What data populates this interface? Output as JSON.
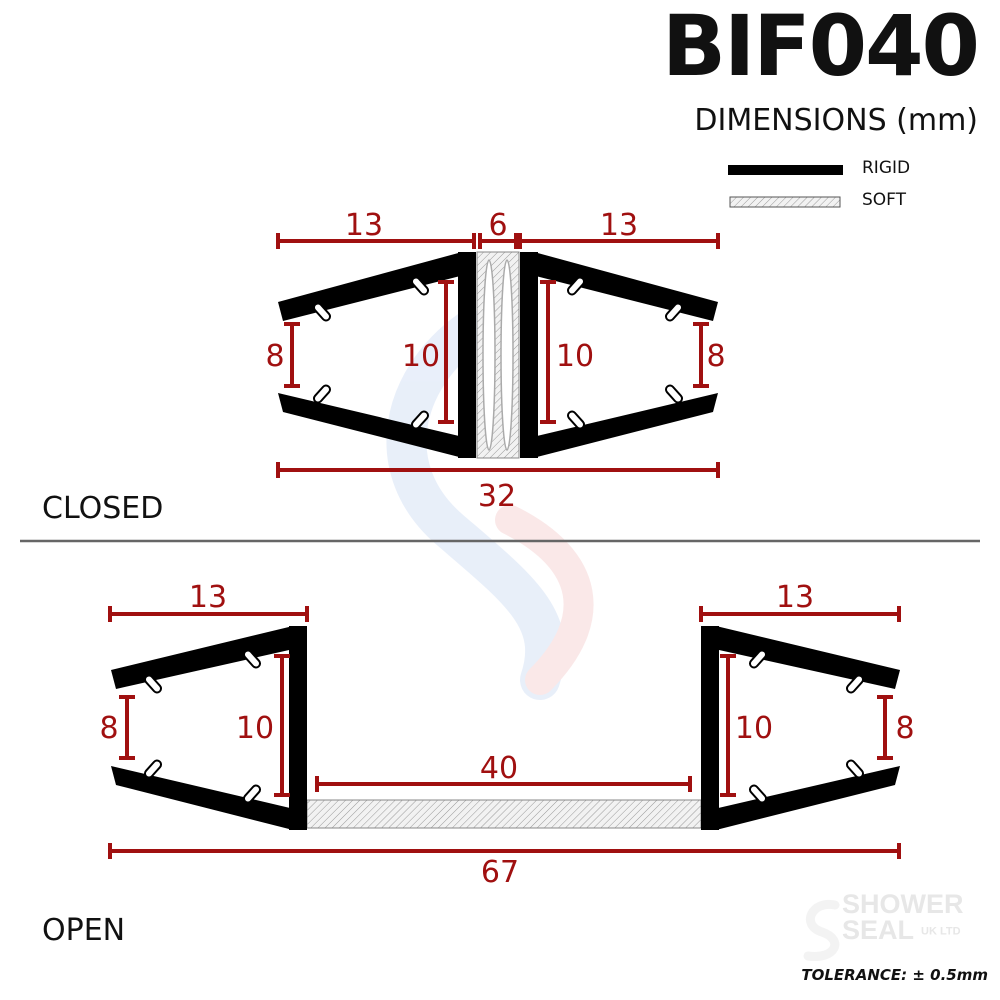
{
  "title": "BIF040",
  "subtitle": "DIMENSIONS (mm)",
  "legend": {
    "rigid": "RIGID",
    "soft": "SOFT"
  },
  "closed": {
    "label": "CLOSED",
    "dims": {
      "left_width": "13",
      "middle_width": "6",
      "right_width": "13",
      "left_outer_height": "8",
      "left_inner_height": "10",
      "right_inner_height": "10",
      "right_outer_height": "8",
      "total_width": "32"
    }
  },
  "open": {
    "label": "OPEN",
    "dims": {
      "left_width": "13",
      "right_width": "13",
      "left_outer_height": "8",
      "left_inner_height": "10",
      "soft_width": "40",
      "right_inner_height": "10",
      "right_outer_height": "8",
      "total_width": "67"
    }
  },
  "tolerance": "TOLERANCE: ± 0.5mm",
  "watermark": {
    "line1": "SHOWER",
    "line2": "SEAL",
    "line2_sub": "UK LTD"
  },
  "colors": {
    "dimension": "#a01010",
    "rigid": "#000000",
    "soft_fill": "#f2f2f2",
    "soft_hatch": "#9a9a9a",
    "divider": "#666666"
  }
}
